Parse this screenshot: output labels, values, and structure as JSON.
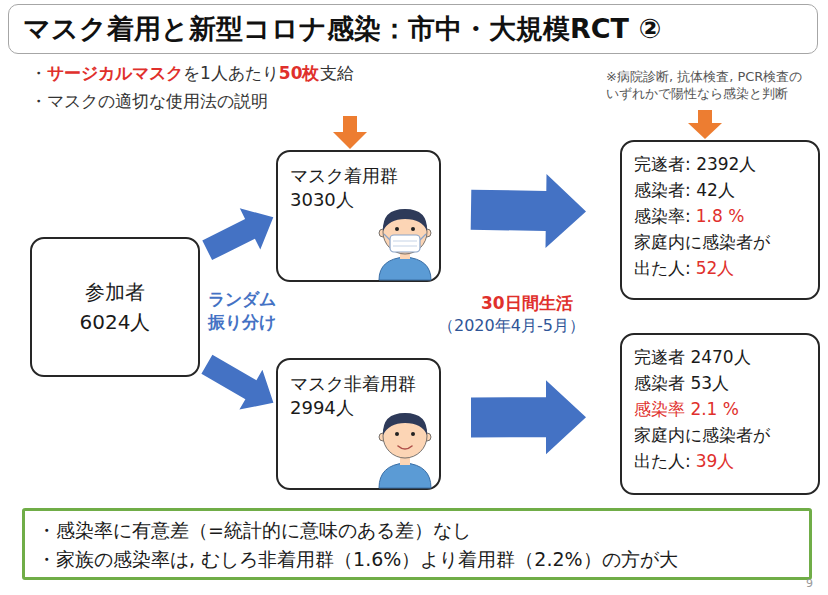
{
  "diagram": {
    "title": "マスク着用と新型コロナ感染：市中・大規模RCT ②",
    "nodes": [
      {
        "text": [
          "参加者 6024人"
        ]
      },
      {
        "text": [
          "マスク着用群 3030人"
        ]
      },
      {
        "text": [
          "マスク非着用群 2994人"
        ]
      },
      {
        "text": [
          "完遂者: 2392人",
          "感染者: 42人",
          "感染率:",
          "1.8 %",
          "家庭内に感染者が 出た人:",
          "52人"
        ]
      },
      {
        "text": [
          "完遂者 2470人",
          "感染者 53人",
          "感染率 2.1 %",
          "家庭内に感染者が 出た人:",
          "39人"
        ]
      },
      {
        "text": [
          "・感染率に有意差（=統計的に意味のある差）なし",
          "・家族の感染率は, むしろ非着用群（1.6%）より着用群（2.2%）の方が大"
        ]
      }
    ],
    "edges": [
      {
        "from": 0,
        "to": 1,
        "arrow": "to"
      },
      {
        "from": 0,
        "to": 2,
        "arrow": "to"
      },
      {
        "from": 1,
        "to": 3,
        "arrow": "to"
      },
      {
        "from": 2,
        "to": 4,
        "arrow": "to"
      }
    ],
    "labels": [
      "・",
      "サージカルマスク",
      "を1人あたり",
      "50枚",
      "支給",
      "・マスクの適切な使用法の説明",
      "※病院診断, 抗体検査, PCR検査の いずれかで陽性なら感染と判断",
      "ランダム 振り分け",
      "30日間生活",
      "（2020年4月-5月）",
      "9"
    ]
  }
}
